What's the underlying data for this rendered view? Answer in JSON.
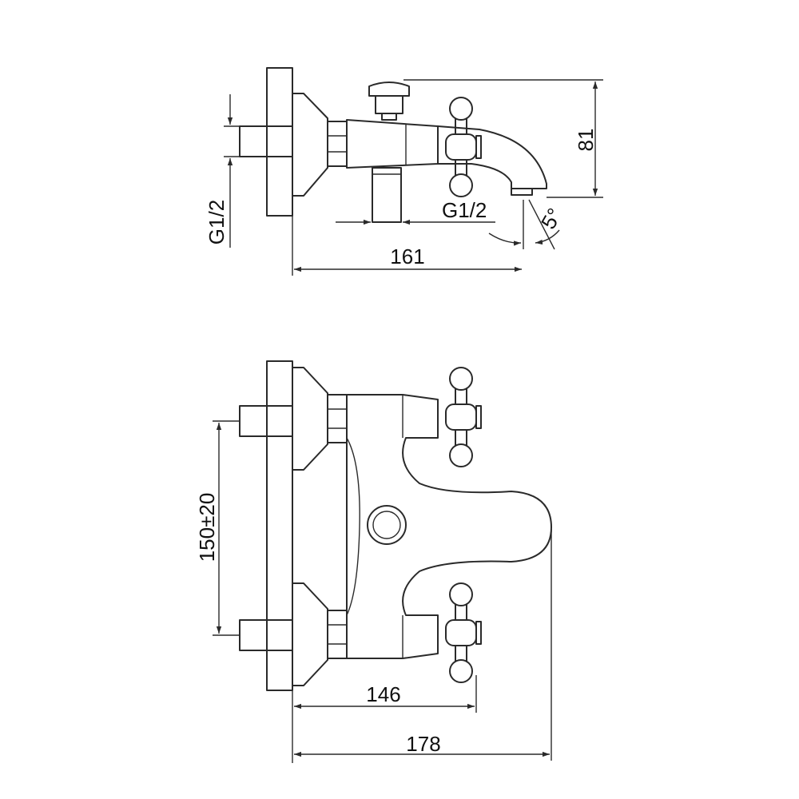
{
  "dimensions": {
    "side_view": {
      "height_label": "81",
      "inlet_thread_label": "G1/2",
      "outlet_thread_label": "G1/2",
      "angle_label": "5°",
      "width_label": "161"
    },
    "top_view": {
      "spacing_label": "150±20",
      "handle_depth_label": "146",
      "total_depth_label": "178"
    }
  },
  "colors": {
    "line": "#2a2a2a",
    "background": "#ffffff"
  }
}
